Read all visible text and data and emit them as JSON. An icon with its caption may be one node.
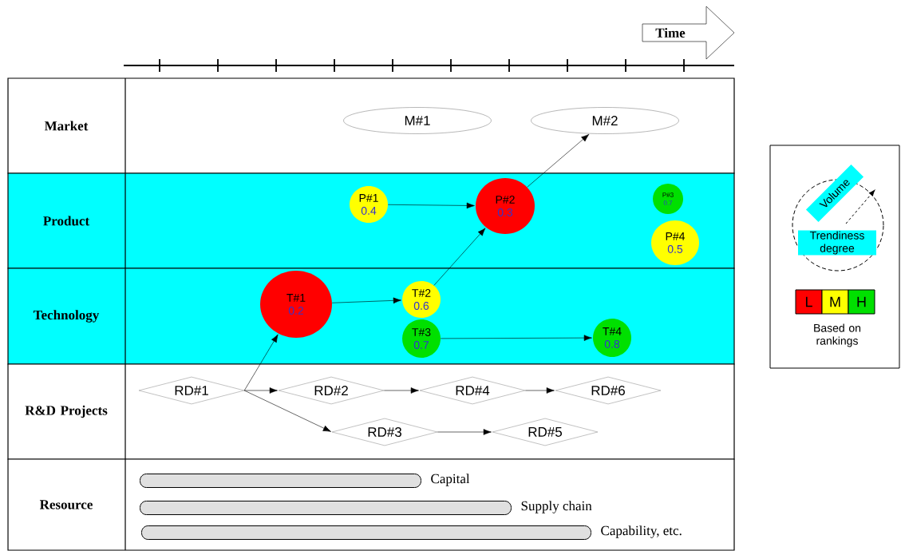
{
  "diagram": {
    "nodes": [
      {
        "text": [
          "Time"
        ]
      },
      {
        "text": [
          "Market"
        ]
      },
      {
        "text": [
          "M#1"
        ],
        "in": 1
      },
      {
        "text": [
          "M#2"
        ],
        "in": 1
      },
      {
        "text": [
          "Product"
        ]
      },
      {
        "text": [
          "P#1",
          "0.4"
        ],
        "in": 4
      },
      {
        "text": [
          "P#2",
          "0.3"
        ],
        "in": 4
      },
      {
        "text": [
          "P#3",
          "0.7"
        ],
        "in": 4
      },
      {
        "text": [
          "P#4",
          "0.5"
        ],
        "in": 4
      },
      {
        "text": [
          "Technology"
        ]
      },
      {
        "text": [
          "T#1",
          "0.2"
        ],
        "in": 9
      },
      {
        "text": [
          "T#2",
          "0.6"
        ],
        "in": 9
      },
      {
        "text": [
          "T#3",
          "0.7"
        ],
        "in": 9
      },
      {
        "text": [
          "T#4",
          "0.8"
        ],
        "in": 9
      },
      {
        "text": [
          "R&D Projects"
        ]
      },
      {
        "text": [
          "RD#1"
        ],
        "in": 14
      },
      {
        "text": [
          "RD#2"
        ],
        "in": 14
      },
      {
        "text": [
          "RD#4"
        ],
        "in": 14
      },
      {
        "text": [
          "RD#6"
        ],
        "in": 14
      },
      {
        "text": [
          "RD#3"
        ],
        "in": 14
      },
      {
        "text": [
          "RD#5"
        ],
        "in": 14
      },
      {
        "text": [
          "Resource"
        ]
      },
      {
        "text": [],
        "shape": "bar",
        "beside": [
          "Capital"
        ],
        "in": 21
      },
      {
        "text": [],
        "shape": "bar",
        "beside": [
          "Supply chain"
        ],
        "in": 21
      },
      {
        "text": [],
        "shape": "bar",
        "beside": [
          "Capability, etc."
        ],
        "in": 21
      },
      {
        "text": [
          "Based on rankings"
        ]
      },
      {
        "text": [],
        "shape": "circle",
        "in": 25
      },
      {
        "text": [
          "Volume"
        ],
        "in": 25
      },
      {
        "text": [
          "Trendiness degree"
        ],
        "in": 26
      }
    ],
    "edges": [
      {
        "from": 5,
        "to": 6,
        "arrow": "to"
      },
      {
        "from": 6,
        "to": 3,
        "arrow": "to"
      },
      {
        "from": 10,
        "to": 11,
        "arrow": "to"
      },
      {
        "from": 11,
        "to": 6,
        "arrow": "to"
      },
      {
        "from": 12,
        "to": 13,
        "arrow": "to"
      },
      {
        "from": 15,
        "to": 10,
        "arrow": "to"
      },
      {
        "from": 15,
        "to": 16,
        "arrow": "to"
      },
      {
        "from": 16,
        "to": 17,
        "arrow": "to"
      },
      {
        "from": 17,
        "to": 18,
        "arrow": "to"
      },
      {
        "from": 15,
        "to": 19,
        "arrow": "to"
      },
      {
        "from": 19,
        "to": 20,
        "arrow": "to"
      }
    ],
    "legend": [
      {
        "text": "L",
        "color": "#ff0000"
      },
      {
        "text": "M",
        "color": "#ffff00"
      },
      {
        "text": "H",
        "color": "#00e000"
      }
    ]
  }
}
